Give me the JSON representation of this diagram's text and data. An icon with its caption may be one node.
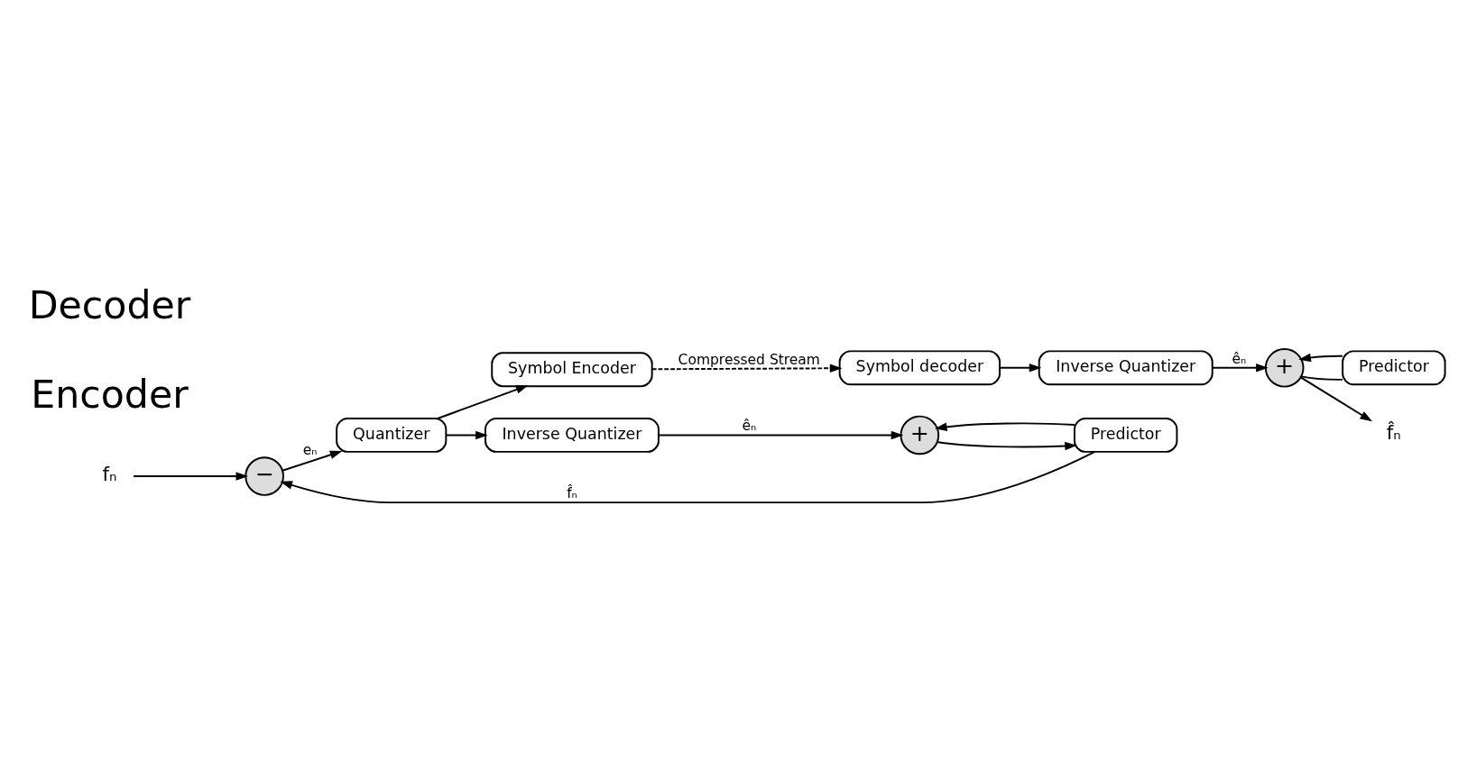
{
  "diagram": {
    "nodes": [
      {
        "text": [
          "fₙ"
        ]
      },
      {
        "text": [
          "−"
        ]
      },
      {
        "text": [
          "Quantizer"
        ]
      },
      {
        "text": [
          "Symbol Encoder"
        ]
      },
      {
        "text": [
          "Inverse Quantizer"
        ]
      },
      {
        "text": [
          "+"
        ]
      },
      {
        "text": [
          "Predictor"
        ]
      },
      {
        "text": [
          "Symbol decoder"
        ]
      },
      {
        "text": [
          "Inverse Quantizer"
        ]
      },
      {
        "text": [
          "+"
        ]
      },
      {
        "text": [
          "Predictor"
        ]
      },
      {
        "text": [
          "f̂ₙ"
        ]
      }
    ],
    "edges": [
      {
        "from": 0,
        "to": 1,
        "arrow": "to"
      },
      {
        "from": 1,
        "to": 2,
        "arrow": "to",
        "label": "eₙ"
      },
      {
        "from": 2,
        "to": 3,
        "arrow": "to"
      },
      {
        "from": 2,
        "to": 4,
        "arrow": "to"
      },
      {
        "from": 4,
        "to": 5,
        "arrow": "to",
        "label": "êₙ"
      },
      {
        "from": 5,
        "to": 6,
        "arrow": "to"
      },
      {
        "from": 6,
        "to": 1,
        "arrow": "to",
        "label": "f̂ₙ"
      },
      {
        "from": 6,
        "to": 5,
        "arrow": "to"
      },
      {
        "from": 3,
        "to": 7,
        "arrow": "to",
        "label": "Compressed Stream",
        "style": "dashed"
      },
      {
        "from": 7,
        "to": 8,
        "arrow": "to"
      },
      {
        "from": 8,
        "to": 9,
        "arrow": "to",
        "label": "êₙ"
      },
      {
        "from": 9,
        "to": 11,
        "arrow": "to"
      },
      {
        "from": 9,
        "to": 10,
        "arrow": "none"
      },
      {
        "from": 10,
        "to": 9,
        "arrow": "to"
      }
    ],
    "labels": [
      "Encoder",
      "Decoder"
    ]
  }
}
